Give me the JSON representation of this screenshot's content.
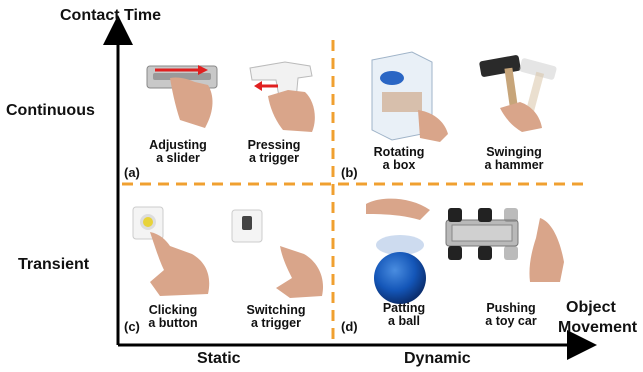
{
  "axes": {
    "y_label": "Contact Time",
    "x_label_line1": "Object",
    "x_label_line2": "Movement"
  },
  "rows": {
    "top": "Continuous",
    "bottom": "Transient"
  },
  "columns": {
    "left": "Static",
    "right": "Dynamic"
  },
  "quadrants": {
    "a": "(a)",
    "b": "(b)",
    "c": "(c)",
    "d": "(d)"
  },
  "captions": {
    "slider": [
      "Adjusting",
      "a slider"
    ],
    "trigger_press": [
      "Pressing",
      "a trigger"
    ],
    "box": [
      "Rotating",
      "a box"
    ],
    "hammer": [
      "Swinging",
      "a hammer"
    ],
    "button": [
      "Clicking",
      "a button"
    ],
    "trigger_switch": [
      "Switching",
      "a trigger"
    ],
    "ball": [
      "Patting",
      "a ball"
    ],
    "car": [
      "Pushing",
      "a toy car"
    ]
  },
  "colors": {
    "axis": "#000000",
    "divider": "#f0a030",
    "arrow_red": "#e02020",
    "skin": "#d9a58a"
  },
  "icons": [
    "slider-icon",
    "spray-trigger-icon",
    "box-icon",
    "hammer-icon",
    "button-icon",
    "switch-icon",
    "ball-icon",
    "toy-car-icon"
  ]
}
